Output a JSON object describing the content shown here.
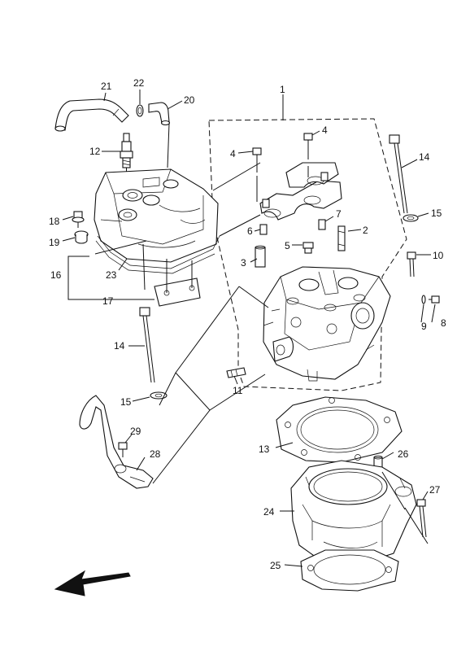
{
  "diagram": {
    "labels": {
      "c1": "1",
      "c2": "2",
      "c3": "3",
      "c4a": "4",
      "c4b": "4",
      "c5": "5",
      "c6": "6",
      "c7": "7",
      "c8": "8",
      "c9": "9",
      "c10": "10",
      "c11": "11",
      "c12": "12",
      "c13": "13",
      "c14a": "14",
      "c14b": "14",
      "c15a": "15",
      "c15b": "15",
      "c16": "16",
      "c17": "17",
      "c18": "18",
      "c19": "19",
      "c20": "20",
      "c21": "21",
      "c22": "22",
      "c23": "23",
      "c24": "24",
      "c25": "25",
      "c26": "26",
      "c27": "27",
      "c28": "28",
      "c29": "29"
    },
    "parts": [
      "crankcase-breather-hose",
      "hose-clip",
      "breather-joint",
      "spark-plug",
      "head-cover",
      "head-cover-gasket",
      "cylinder-head-assembly",
      "cam-caps",
      "cylinder-head",
      "cylinder-head-gasket",
      "cylinder",
      "cylinder-base-gasket",
      "stud-bolt",
      "dowel-pin",
      "long-bolt",
      "bolt",
      "washer",
      "oil-pipe",
      "front-direction-arrow"
    ]
  }
}
